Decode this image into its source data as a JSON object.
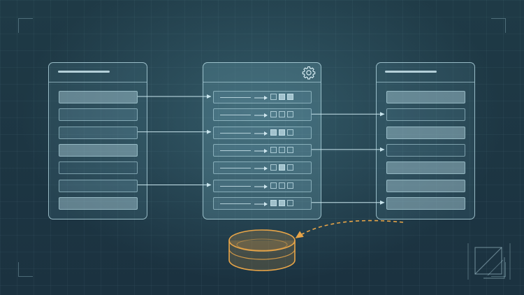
{
  "scene": {
    "background_color": "#203844",
    "accent_color": "#e8a548",
    "line_color": "#c8e4ec"
  },
  "source_panel": {
    "rows": [
      "light",
      "dim",
      "dim",
      "light",
      "outline",
      "dim",
      "light"
    ]
  },
  "processor_panel": {
    "icon": "gear-icon",
    "rows": [
      {
        "checks": [
          false,
          true,
          true
        ]
      },
      {
        "checks": [
          false,
          false,
          false
        ]
      },
      {
        "checks": [
          true,
          true,
          false
        ]
      },
      {
        "checks": [
          false,
          false,
          false
        ]
      },
      {
        "checks": [
          false,
          true,
          false
        ]
      },
      {
        "checks": [
          false,
          false,
          false
        ]
      },
      {
        "checks": [
          true,
          true,
          false
        ]
      }
    ]
  },
  "target_panel": {
    "rows": [
      "light",
      "outline",
      "light",
      "outline",
      "light",
      "light",
      "light"
    ]
  },
  "connections": {
    "source_to_processor_rows": [
      1,
      3,
      6
    ],
    "processor_to_target_rows": [
      2,
      4,
      7
    ]
  },
  "storage": {
    "icon": "database-icon",
    "link_style": "dashed"
  }
}
